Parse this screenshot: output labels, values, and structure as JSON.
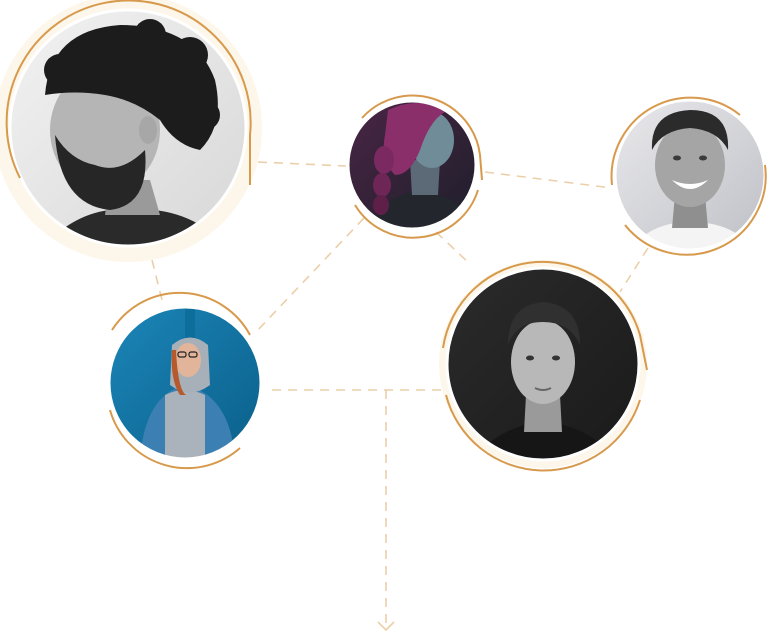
{
  "colors": {
    "accent": "#d79a4c",
    "connector": "#eccfa9",
    "halo": "#fdf6ea",
    "background": "#ffffff"
  },
  "profiles": [
    {
      "id": "p1",
      "icon": "avatar-bearded-man-profile",
      "palette": "grayscale"
    },
    {
      "id": "p2",
      "icon": "avatar-woman-profile-neon",
      "palette": "purple-teal"
    },
    {
      "id": "p3",
      "icon": "avatar-smiling-man",
      "palette": "grayscale"
    },
    {
      "id": "p4",
      "icon": "avatar-woman-blue-hoodie",
      "palette": "blue"
    },
    {
      "id": "p5",
      "icon": "avatar-woman-portrait-dark",
      "palette": "dark-grayscale"
    }
  ]
}
